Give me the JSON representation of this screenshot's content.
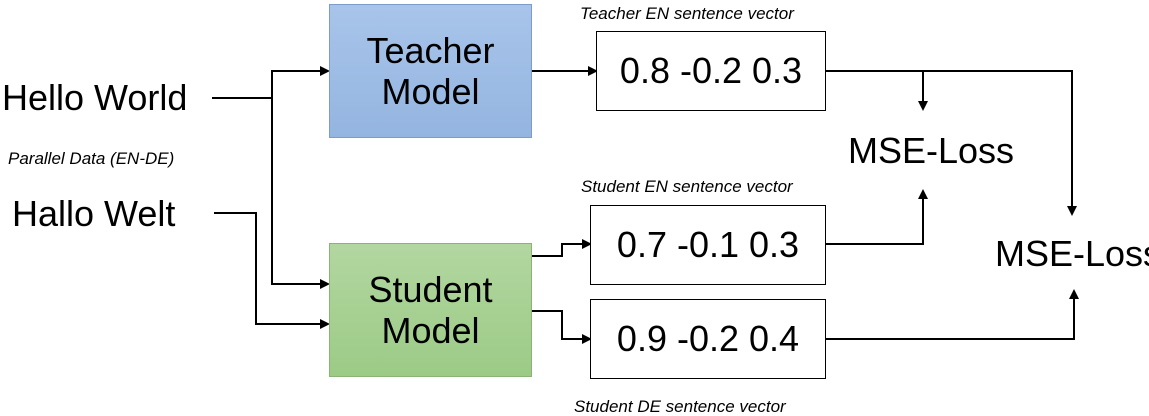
{
  "inputs": {
    "english_sentence": "Hello World",
    "german_sentence": "Hallo Welt",
    "parallel_data_caption": "Parallel Data (EN-DE)"
  },
  "models": {
    "teacher": {
      "line1": "Teacher",
      "line2": "Model"
    },
    "student": {
      "line1": "Student",
      "line2": "Model"
    }
  },
  "vectors": {
    "teacher_en": {
      "caption": "Teacher EN sentence vector",
      "value": "0.8 -0.2 0.3"
    },
    "student_en": {
      "caption": "Student EN sentence vector",
      "value": "0.7 -0.1 0.3"
    },
    "student_de": {
      "caption": "Student DE sentence vector",
      "value": "0.9 -0.2 0.4"
    }
  },
  "losses": {
    "mse_loss_en": "MSE-Loss",
    "mse_loss_de": "MSE-Loss"
  },
  "colors": {
    "teacher_fill": "#9dbbe5",
    "student_fill": "#a6d190",
    "line": "#000000"
  }
}
